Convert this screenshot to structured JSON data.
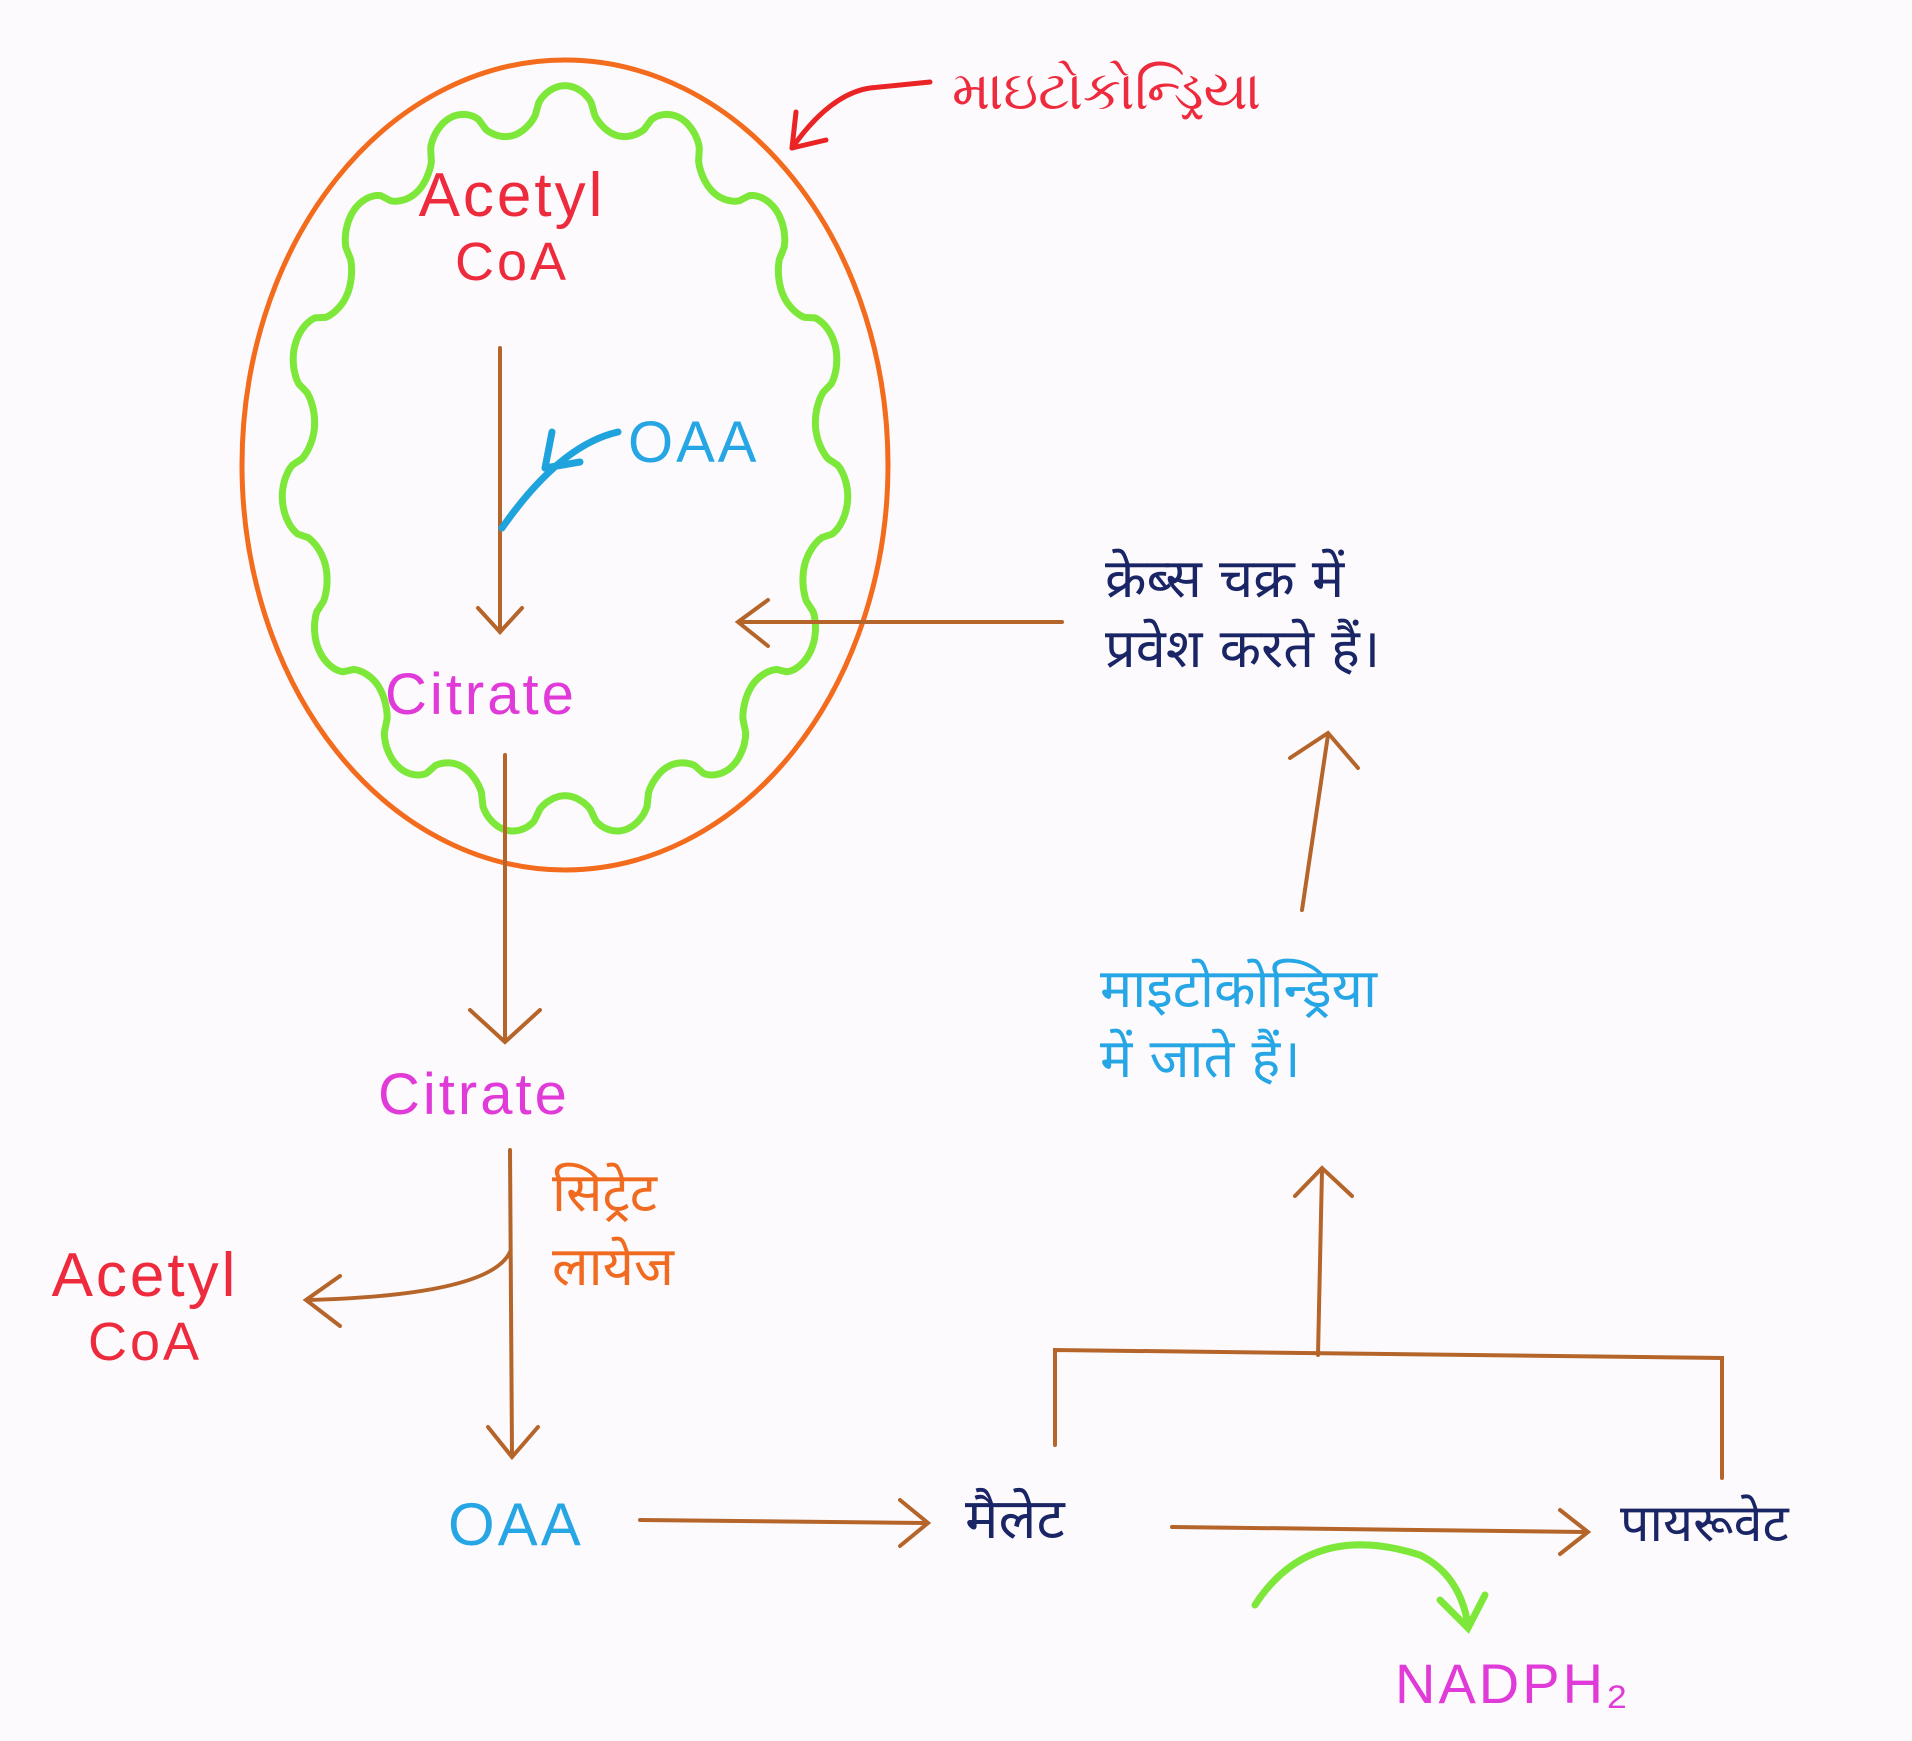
{
  "colors": {
    "background": "#fdfafd",
    "outer_membrane": "#f36b1c",
    "inner_membrane": "#7de83a",
    "arrow": "#b5652a",
    "oaa_arrow": "#1fa3dc",
    "nadph_arrow": "#7de83a",
    "pointer_arrow": "#ea2424",
    "red_text": "#ee2a3d",
    "magenta_text": "#e03ad8",
    "blue_text": "#26a6e4",
    "orange_text": "#f06a1f",
    "navy_text": "#1a2566"
  },
  "labels": {
    "mitochondria_title": "માઇટોકોન્ડ્રિયા",
    "acetyl_coa_inside_line1": "Acetyl",
    "acetyl_coa_inside_line2": "CoA",
    "oaa_inside": "OAA",
    "citrate_inside": "Citrate",
    "citrate_outside": "Citrate",
    "citrate_lyase_line1": "सिट्रेट",
    "citrate_lyase_line2": "लायेज",
    "acetyl_coa_outside_line1": "Acetyl",
    "acetyl_coa_outside_line2": "CoA",
    "oaa_outside": "OAA",
    "malate": "मैलेट",
    "pyruvate": "पायरूवेट",
    "nadph2": "NADPH₂",
    "enter_mito_line1": "माइटोकोन्ड्रिया",
    "enter_mito_line2": "में जाते हैं।",
    "krebs_line1": "क्रेब्स चक्र में",
    "krebs_line2": "प्रवेश करते हैं।"
  }
}
